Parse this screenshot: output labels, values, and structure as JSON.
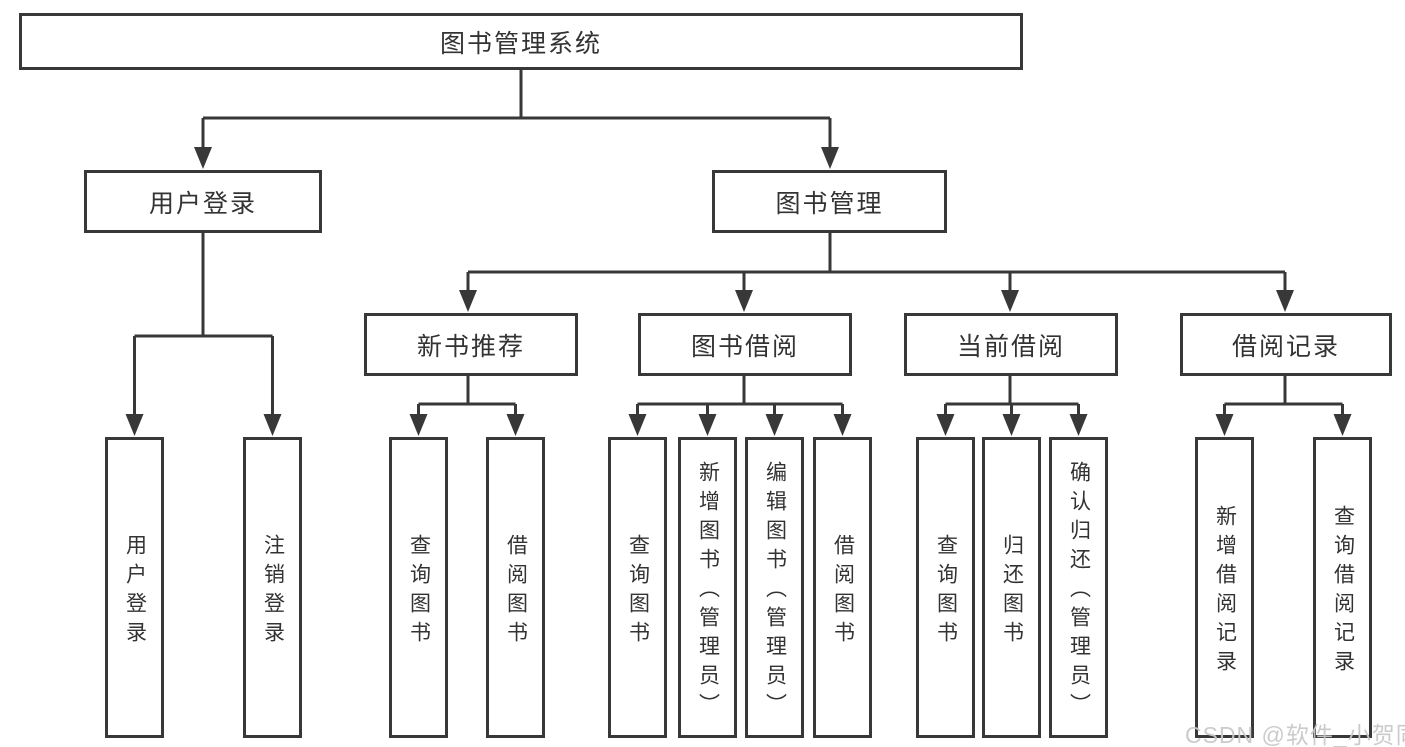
{
  "diagram": {
    "root": {
      "label": "图书管理系统"
    },
    "level2": [
      {
        "label": "用户登录",
        "children": [
          {
            "label": "用户登录"
          },
          {
            "label": "注销登录"
          }
        ]
      },
      {
        "label": "图书管理",
        "children": [
          {
            "label": "新书推荐",
            "children": [
              {
                "label": "查询图书"
              },
              {
                "label": "借阅图书"
              }
            ]
          },
          {
            "label": "图书借阅",
            "children": [
              {
                "label": "查询图书"
              },
              {
                "label": "新增图书（管理员）"
              },
              {
                "label": "编辑图书（管理员）"
              },
              {
                "label": "借阅图书"
              }
            ]
          },
          {
            "label": "当前借阅",
            "children": [
              {
                "label": "查询图书"
              },
              {
                "label": "归还图书"
              },
              {
                "label": "确认归还（管理员）"
              }
            ]
          },
          {
            "label": "借阅记录",
            "children": [
              {
                "label": "新增借阅记录"
              },
              {
                "label": "查询借阅记录"
              }
            ]
          }
        ]
      }
    ]
  },
  "watermark": {
    "text": "CSDN @软件_小贺同学"
  },
  "colors": {
    "stroke": "#383838",
    "text": "#333333",
    "background": "#ffffff",
    "watermark": "#c9c9c9"
  }
}
